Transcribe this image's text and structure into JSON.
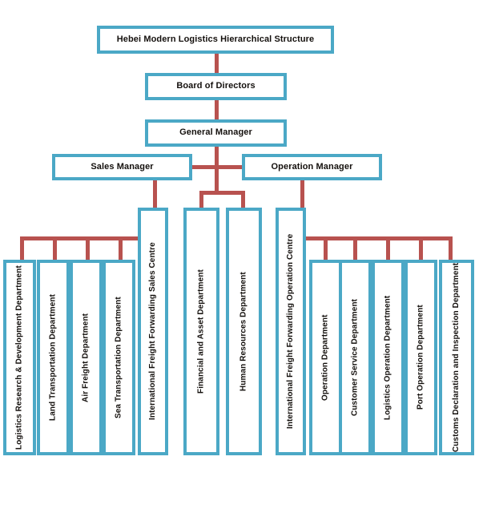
{
  "chart_title": "Hebei  Modern Logistics Hierarchical Structure",
  "theme": {
    "box_border_color": "#4ba8c6",
    "box_fill_color": "#ffffff",
    "connector_color": "#b8524f",
    "text_color": "#14100d",
    "page_background": "#ffffff"
  },
  "levels": {
    "level1": {
      "label": "Hebei  Modern Logistics Hierarchical Structure"
    },
    "level2": {
      "label": "Board of Directors"
    },
    "level3": {
      "label": "General Manager"
    },
    "level4": {
      "sales_manager": "Sales Manager",
      "operation_manager": "Operation Manager"
    }
  },
  "departments": {
    "sales_branch": [
      {
        "label": "Logistics Research & Development Department"
      },
      {
        "label": "Land Transportation Department"
      },
      {
        "label": "Air Freight Department"
      },
      {
        "label": "Sea Transportation Department"
      },
      {
        "label": "International Freight Forwarding Sales Centre"
      }
    ],
    "general_manager_branch": [
      {
        "label": "Financial and Asset Department"
      },
      {
        "label": "Human Resources Department"
      }
    ],
    "operation_branch": [
      {
        "label": "International Freight Forwarding Operation Centre"
      },
      {
        "label": "Operation Department"
      },
      {
        "label": "Customer Service Department"
      },
      {
        "label": "Logistics Operation Department"
      },
      {
        "label": "Port Operation Department"
      },
      {
        "label": "Customs Declaration and Inspection Department"
      }
    ]
  }
}
